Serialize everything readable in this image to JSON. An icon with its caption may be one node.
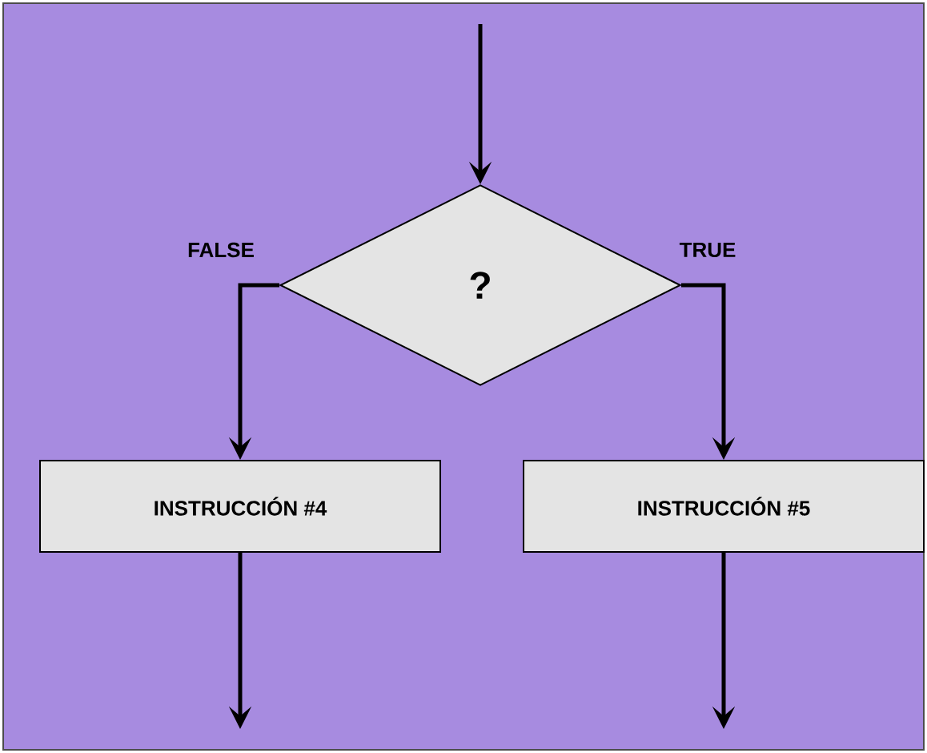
{
  "diagram": {
    "nodes": [
      {
        "text": [
          "?"
        ]
      },
      {
        "text": [
          "INSTRUCCIÓN #4"
        ]
      },
      {
        "text": [
          "INSTRUCCIÓN #5"
        ]
      }
    ],
    "edges": [
      {
        "from": null,
        "to": 0,
        "arrow": "to"
      },
      {
        "from": 0,
        "to": 1,
        "arrow": "to",
        "label": "FALSE"
      },
      {
        "from": 0,
        "to": 2,
        "arrow": "to",
        "label": "TRUE"
      },
      {
        "from": 1,
        "to": null,
        "arrow": "to"
      },
      {
        "from": 2,
        "to": null,
        "arrow": "to"
      }
    ]
  }
}
